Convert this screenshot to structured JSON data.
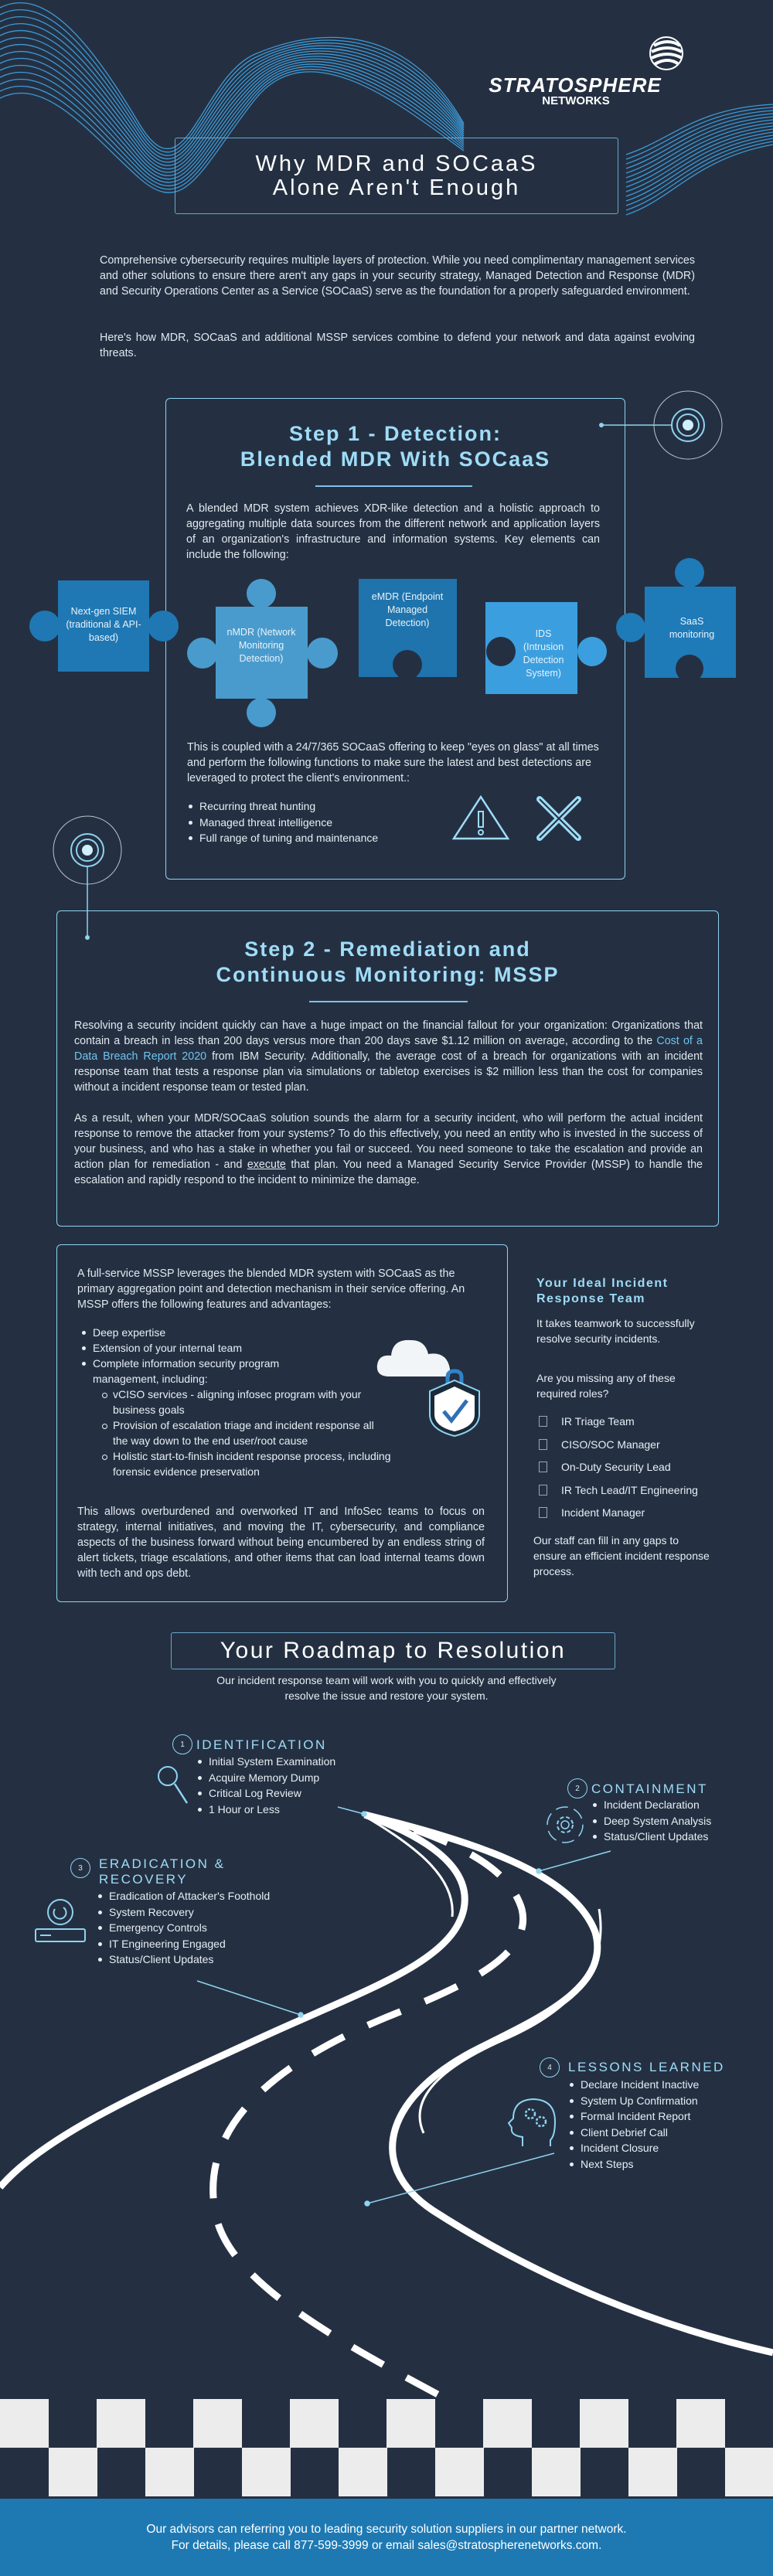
{
  "brand": {
    "name_line1": "STRATOSPHERE",
    "name_line2": "NETWORKS"
  },
  "header": {
    "title_line1": "Why MDR and SOCaaS",
    "title_line2": "Alone Aren't Enough"
  },
  "intro": {
    "paragraph1": "Comprehensive cybersecurity requires multiple layers of protection. While you need complimentary management services and other solutions to ensure there aren't any gaps in your security strategy, Managed Detection and Response (MDR) and Security Operations Center as a Service (SOCaaS) serve as the foundation for a properly safeguarded environment.",
    "paragraph2": "Here's how MDR, SOCaaS and additional MSSP services combine to defend your network and data against evolving threats."
  },
  "step1": {
    "title_line1": "Step 1 - Detection:",
    "title_line2": "Blended MDR With SOCaaS",
    "paragraph": "A blended MDR system achieves XDR-like detection and a holistic approach to aggregating multiple data sources from the different network and application layers of an organization's infrastructure and information systems. Key elements can include the following:",
    "pieces": [
      {
        "label": "Next-gen SIEM (traditional & API-based)",
        "color": "#1f78b4"
      },
      {
        "label": "nMDR (Network Monitoring Detection)",
        "color": "#4a9bcd"
      },
      {
        "label": "eMDR (Endpoint Managed Detection)",
        "color": "#1f74ad"
      },
      {
        "label": "IDS (Intrusion Detection System)",
        "color": "#3b9fdf"
      },
      {
        "label": "SaaS monitoring",
        "color": "#1f7ab8"
      }
    ],
    "paragraph2": "This is coupled with a 24/7/365 SOCaaS offering to keep \"eyes on glass\" at all times and perform the following functions to make sure the latest and best detections are leveraged to protect the client's environment.:",
    "bullets": [
      "Recurring threat hunting",
      "Managed threat intelligence",
      "Full range of tuning and maintenance"
    ]
  },
  "step2": {
    "title_line1": "Step 2 - Remediation and",
    "title_line2": "Continuous Monitoring: MSSP",
    "p1_a": "Resolving a security incident quickly can have a huge impact on the financial fallout for your organization: Organizations that contain a breach in less than 200 days versus more than 200 days save $1.12 million on average, according to the ",
    "p1_link": "Cost of a Data Breach Report 2020",
    "p1_b": " from IBM Security. Additionally, the average cost of a breach for organizations with an incident response team that tests a response plan via simulations or tabletop exercises is $2 million less than the cost for companies without a incident response team or tested plan.",
    "p2_a": "As a result, when your MDR/SOCaaS solution sounds the alarm for a security incident, who will perform the actual incident response to remove the attacker from your systems? To do this effectively, you need an entity who is invested in the success of your business, and who has a stake in whether you fail or succeed. You need someone to take the escalation and provide an action plan for remediation - and ",
    "p2_u": "execute",
    "p2_b": " that plan. You need a Managed Security Service Provider (MSSP) to handle the escalation and rapidly respond to the incident to minimize the damage."
  },
  "mssp": {
    "intro": "A full-service MSSP leverages the blended MDR system with SOCaaS as the primary aggregation point and detection mechanism in their service offering. An MSSP offers the following features and advantages:",
    "bullets": [
      "Deep expertise",
      "Extension of your internal team",
      "Complete information security program management, including:"
    ],
    "sub_bullets": [
      "vCISO services - aligning infosec program with your business goals",
      "Provision of escalation triage and incident response all the way down to the end user/root cause",
      "Holistic start-to-finish incident response process, including forensic evidence preservation"
    ],
    "outro": "This allows overburdened and overworked IT and InfoSec teams to focus on strategy, internal initiatives, and moving the IT, cybersecurity, and compliance aspects of the business forward without being encumbered by an endless string of alert tickets, triage escalations, and other items that can load internal teams down with tech and ops debt."
  },
  "sidebar": {
    "title": "Your Ideal Incident Response Team",
    "p1": "It takes teamwork to successfully resolve security incidents.",
    "p2": "Are you missing any of these required roles?",
    "roles": [
      "IR Triage Team",
      "CISO/SOC Manager",
      "On-Duty Security Lead",
      "IR Tech Lead/IT Engineering",
      "Incident Manager"
    ],
    "p3": "Our staff can fill in any gaps to ensure an efficient incident response process."
  },
  "roadmap": {
    "title": "Your Roadmap to Resolution",
    "subtitle_line1": "Our incident response team will work with you to quickly and effectively",
    "subtitle_line2": "resolve the issue and restore your system.",
    "stages": [
      {
        "num": "1",
        "title": "IDENTIFICATION",
        "items": [
          "Initial System Examination",
          "Acquire Memory Dump",
          "Critical Log Review",
          "1 Hour or Less"
        ]
      },
      {
        "num": "2",
        "title": "CONTAINMENT",
        "items": [
          "Incident Declaration",
          "Deep System Analysis",
          "Status/Client Updates"
        ]
      },
      {
        "num": "3",
        "title_line1": "ERADICATION &",
        "title_line2": "RECOVERY",
        "items": [
          "Eradication of Attacker's Foothold",
          "System Recovery",
          "Emergency Controls",
          "IT Engineering Engaged",
          "Status/Client Updates"
        ]
      },
      {
        "num": "4",
        "title": "LESSONS LEARNED",
        "items": [
          "Declare Incident Inactive",
          "System Up Confirmation",
          "Formal Incident Report",
          "Client Debrief Call",
          "Incident Closure",
          "Next Steps"
        ]
      }
    ]
  },
  "footer": {
    "line1": "Our advisors can referring you to leading security solution suppliers in our partner network.",
    "line2": "For details, please call 877-599-3999 or email sales@stratospherenetworks.com."
  },
  "colors": {
    "background": "#243042",
    "accent": "#9fdcf7",
    "footer": "#1e79b3"
  }
}
